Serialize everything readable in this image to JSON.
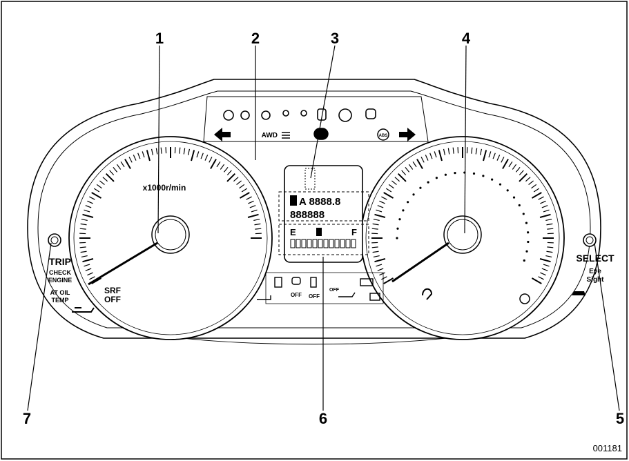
{
  "callouts": [
    "1",
    "2",
    "3",
    "4",
    "5",
    "6",
    "7"
  ],
  "tach_unit": "x1000r/min",
  "srf_off": [
    "SRF",
    "OFF"
  ],
  "trip": "TRIP",
  "check_engine": [
    "CHECK",
    "ENGINE"
  ],
  "at_oil_temp": [
    "AT OIL",
    "TEMP"
  ],
  "select": "SELECT",
  "eyesight": [
    "Eye",
    "Sight"
  ],
  "awd": "AWD",
  "abs": "ABS",
  "fuel_empty": "E",
  "fuel_full": "F",
  "off_labels": [
    "OFF",
    "OFF",
    "OFF"
  ],
  "figure_code": "001181",
  "odometer_top": "A 8888.8",
  "odometer_bottom": "888888",
  "icons": [
    "front-defogger-icon",
    "fog-light-icon",
    "headlight-icon",
    "seatbelt-icon",
    "passenger-seatbelt-icon",
    "door-open-icon",
    "brake-warning-icon",
    "traction-icon",
    "left-turn-icon",
    "right-turn-icon",
    "high-beam-icon",
    "low-fuel-icon",
    "vdc-off-icon",
    "lane-keep-off-icon",
    "eyesight-off-icon",
    "battery-icon",
    "oil-pressure-icon",
    "security-icon",
    "cruise-icon",
    "steering-warning-icon"
  ]
}
